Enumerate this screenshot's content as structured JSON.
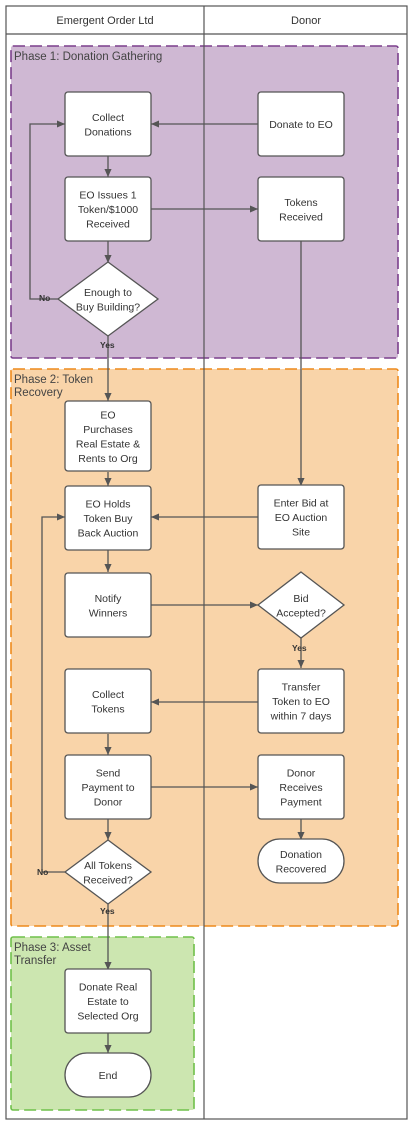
{
  "lanes": {
    "left": "Emergent Order Ltd",
    "right": "Donor"
  },
  "phases": {
    "p1": "Phase 1: Donation Gathering",
    "p2": [
      "Phase 2: Token",
      "Recovery"
    ],
    "p3": [
      "Phase 3: Asset",
      "Transfer"
    ]
  },
  "nodes": {
    "collect_donations": [
      "Collect",
      "Donations"
    ],
    "donate_to_eo": [
      "Donate to EO"
    ],
    "eo_issues": [
      "EO Issues 1",
      "Token/$1000",
      "Received"
    ],
    "tokens_received": [
      "Tokens",
      "Received"
    ],
    "enough": [
      "Enough to",
      "Buy Building?"
    ],
    "eo_purchases": [
      "EO",
      "Purchases",
      "Real Estate &",
      "Rents to Org"
    ],
    "eo_holds": [
      "EO Holds",
      "Token Buy",
      "Back Auction"
    ],
    "enter_bid": [
      "Enter Bid at",
      "EO Auction",
      "Site"
    ],
    "notify": [
      "Notify",
      "Winners"
    ],
    "bid_accepted": [
      "Bid",
      "Accepted?"
    ],
    "collect_tokens": [
      "Collect",
      "Tokens"
    ],
    "transfer_token": [
      "Transfer",
      "Token to EO",
      "within 7 days"
    ],
    "send_payment": [
      "Send",
      "Payment to",
      "Donor"
    ],
    "donor_receives": [
      "Donor",
      "Receives",
      "Payment"
    ],
    "all_tokens": [
      "All Tokens",
      "Received?"
    ],
    "donation_recovered": [
      "Donation",
      "Recovered"
    ],
    "donate_real_estate": [
      "Donate Real",
      "Estate to",
      "Selected Org"
    ],
    "end": [
      "End"
    ]
  },
  "edge_labels": {
    "no": "No",
    "yes": "Yes"
  },
  "colors": {
    "phase1_fill": "#cfb8d3",
    "phase1_border": "#7b3f8c",
    "phase2_fill": "#f9d4a9",
    "phase2_border": "#ee8a1c",
    "phase3_fill": "#cce6b0",
    "phase3_border": "#6fc04a",
    "node_border": "#555555",
    "line": "#555555"
  }
}
